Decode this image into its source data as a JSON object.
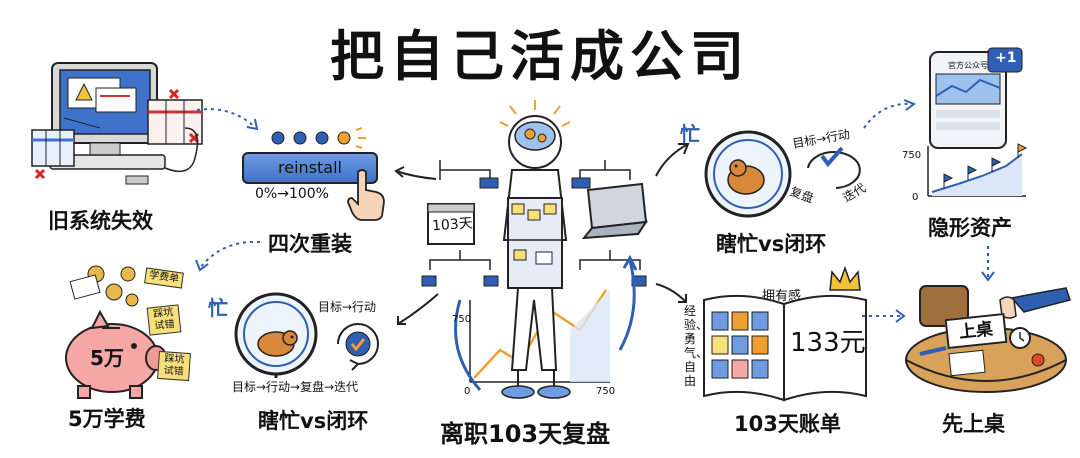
{
  "title": "把自己活成公司",
  "center": {
    "label": "离职103天复盘",
    "calendar_text": "103天",
    "chart_y_tick": "750",
    "chart_x_tick_start": "0",
    "chart_x_tick_end": "750"
  },
  "panels": {
    "old_system": {
      "label": "旧系统失效"
    },
    "reinstall": {
      "label": "四次重装",
      "button_text": "reinstall",
      "progress_text": "0%→100%"
    },
    "tuition": {
      "label": "5万学费",
      "piggy_text": "5万",
      "note1": "学费单",
      "note2": "踩坑试错",
      "note3": "踩坑试错"
    },
    "busy_left": {
      "label": "瞎忙vs闭环",
      "busy_word": "忙",
      "loop_top": "目标→行动",
      "loop_bottom": "目标→行动→复盘→迭代"
    },
    "busy_right": {
      "label": "瞎忙vs闭环",
      "busy_word": "忙",
      "loop_top": "目标→行动",
      "loop_left": "复盘",
      "loop_right": "迭代"
    },
    "hidden_assets": {
      "label": "隐形资产",
      "phone_header": "官方公众号",
      "badge": "+1",
      "y_tick_top": "750",
      "y_tick_bottom": "0"
    },
    "bill": {
      "label": "103天账单",
      "top_text": "拥有感",
      "side_text": "经验、勇气、自由",
      "price": "133元"
    },
    "seat": {
      "label": "先上桌",
      "card_text": "上桌"
    }
  },
  "colors": {
    "accent_blue": "#2f5fb3",
    "accent_orange": "#f0a030",
    "note_yellow": "#f7e07a",
    "table_tan": "#d9a25a",
    "pig_pink": "#f4a7a5"
  }
}
